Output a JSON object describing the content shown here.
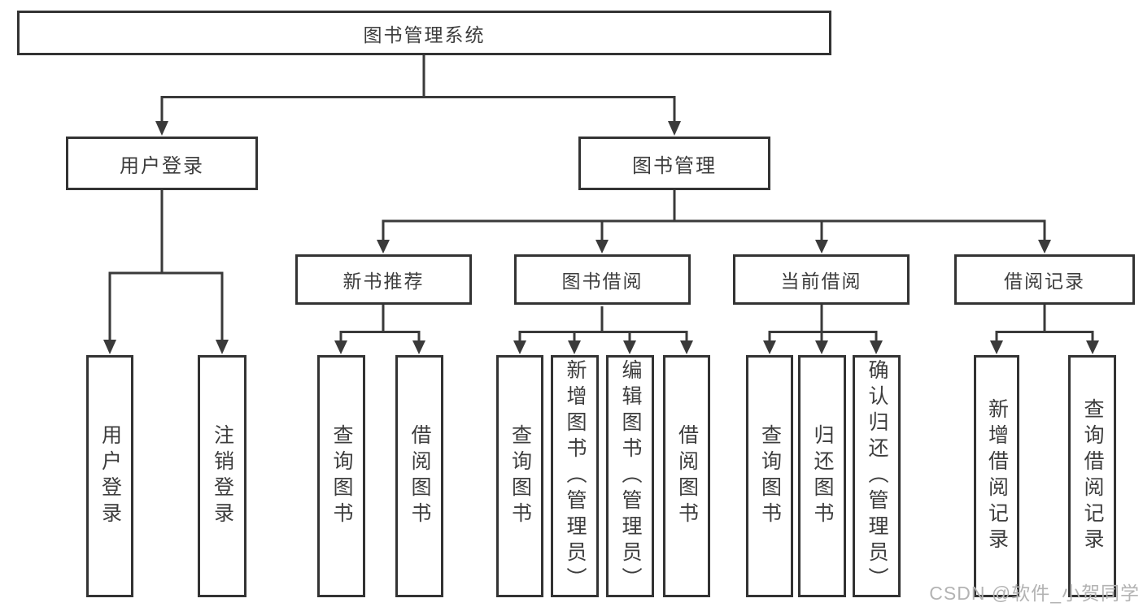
{
  "tree": {
    "label": "图书管理系统",
    "children": [
      {
        "label": "用户登录",
        "children": [
          {
            "label": "用户登录"
          },
          {
            "label": "注销登录"
          }
        ]
      },
      {
        "label": "图书管理",
        "children": [
          {
            "label": "新书推荐",
            "children": [
              {
                "label": "查询图书"
              },
              {
                "label": "借阅图书"
              }
            ]
          },
          {
            "label": "图书借阅",
            "children": [
              {
                "label": "查询图书"
              },
              {
                "label": "新增图书（管理员）"
              },
              {
                "label": "编辑图书（管理员）"
              },
              {
                "label": "借阅图书"
              }
            ]
          },
          {
            "label": "当前借阅",
            "children": [
              {
                "label": "查询图书"
              },
              {
                "label": "归还图书"
              },
              {
                "label": "确认归还（管理员）"
              }
            ]
          },
          {
            "label": "借阅记录",
            "children": [
              {
                "label": "新增借阅记录"
              },
              {
                "label": "查询借阅记录"
              }
            ]
          }
        ]
      }
    ]
  },
  "watermark": {
    "text": "CSDN @软件_小贺同学"
  },
  "colors": {
    "line": "#3a3a3a",
    "box_border": "#333333",
    "text": "#3d3d3d",
    "watermark": "#b3b3b3",
    "background": "#ffffff"
  }
}
